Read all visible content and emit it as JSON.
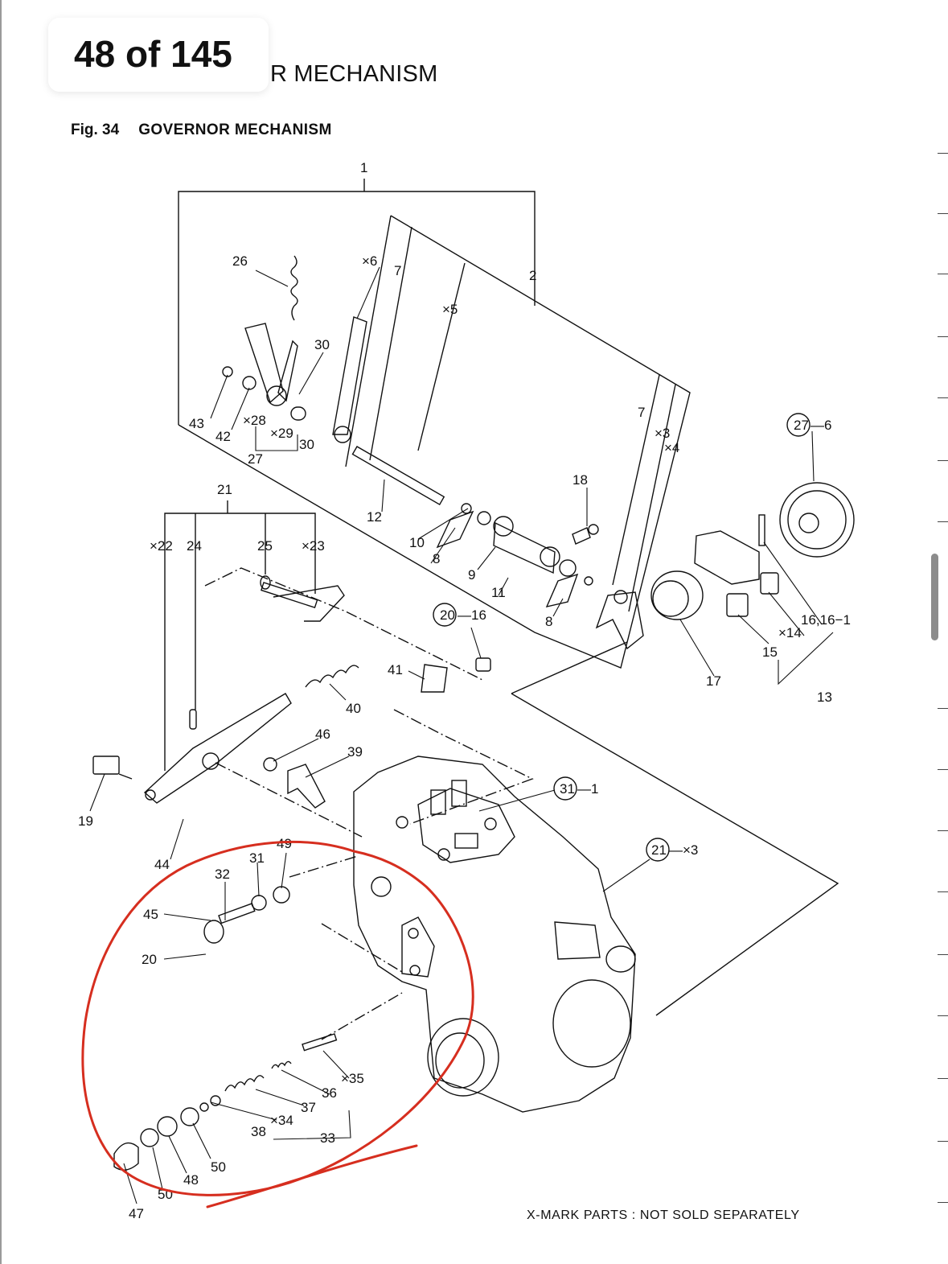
{
  "viewer": {
    "page_indicator": "48 of 145"
  },
  "header": {
    "title": "R MECHANISM"
  },
  "figure": {
    "number": "Fig. 34",
    "title": "GOVERNOR MECHANISM"
  },
  "footnote": "X-MARK PARTS : NOT SOLD SEPARATELY",
  "callouts": {
    "c1": "1",
    "c2": "2",
    "c26": "26",
    "cx6": "×6",
    "c7a": "7",
    "cx5": "×5",
    "c30a": "30",
    "c43": "43",
    "c42": "42",
    "cx28": "×28",
    "cx29": "×29",
    "c30b": "30",
    "c27": "27",
    "c7b": "7",
    "cx3": "×3",
    "cx4": "×4",
    "c27_6": "—6",
    "c27_circ": "27",
    "c18": "18",
    "c21a": "21",
    "cx22": "×22",
    "c24": "24",
    "c25": "25",
    "cx23": "×23",
    "c12": "12",
    "c10": "10",
    "c8a": "8",
    "c9": "9",
    "c11": "11",
    "c8b": "8",
    "c20_circ": "20",
    "c20_16": "—16",
    "c16": "16,16−1",
    "cx14": "×14",
    "c15": "15",
    "c17": "17",
    "c13": "13",
    "c41": "41",
    "c40": "40",
    "c46": "46",
    "c39": "39",
    "c31_circ": "31",
    "c31_1": "—1",
    "c21_circ": "21",
    "c21_x3": "—×3",
    "c19": "19",
    "c44": "44",
    "c49": "49",
    "c31": "31",
    "c32": "32",
    "c45": "45",
    "c20": "20",
    "cx35": "×35",
    "c36": "36",
    "c37": "37",
    "cx34": "×34",
    "c38": "38",
    "c33": "33",
    "c50a": "50",
    "c48": "48",
    "c50b": "50",
    "c47": "47"
  },
  "annotation": {
    "stroke_color": "#d62e1f"
  },
  "colors": {
    "ink": "#111111",
    "scrollbar": "#8c8c8c"
  }
}
